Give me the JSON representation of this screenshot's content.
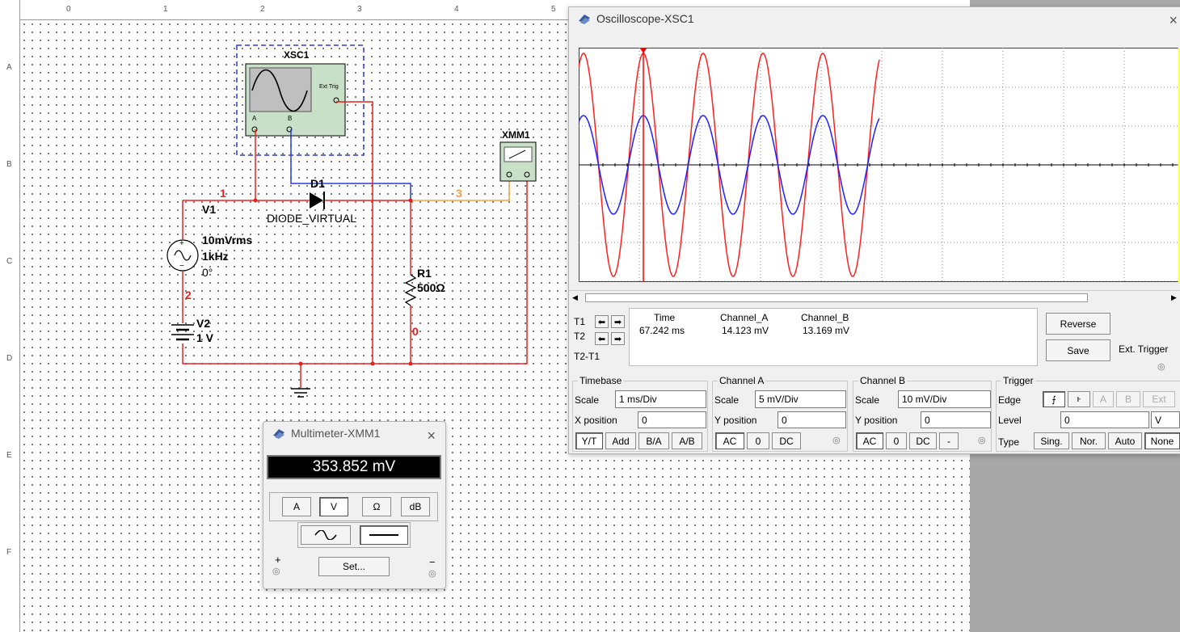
{
  "ruler": {
    "top_ticks": [
      "0",
      "1",
      "2",
      "3",
      "4",
      "5"
    ],
    "left_ticks": [
      "A",
      "B",
      "C",
      "D",
      "E",
      "F"
    ]
  },
  "schematic": {
    "scope_label": "XSC1",
    "scope_ext_trig": "Ext Trig",
    "scope_pin_a": "A",
    "scope_pin_b": "B",
    "meter_label": "XMM1",
    "diode_ref": "D1",
    "diode_value": "DIODE_VIRTUAL",
    "source1_ref": "V1",
    "source1_amplitude": "10mVrms",
    "source1_freq": "1kHz",
    "source1_phase": "0°",
    "source2_ref": "V2",
    "source2_value": "1 V",
    "resistor_ref": "R1",
    "resistor_value": "500Ω",
    "net1": "1",
    "net2": "2",
    "net3": "3",
    "net0": "0",
    "colors": {
      "wire": "#e8211f",
      "wire_b": "#2a3bd1",
      "wire_3": "#f0a040"
    }
  },
  "oscilloscope": {
    "title": "Oscilloscope-XSC1",
    "close_icon": "close-icon",
    "screen": {
      "bg": "#ffffff",
      "channel_a_color": "#ff2020",
      "channel_b_color": "#2020ff",
      "cursor_color": "#ff0000",
      "cursor2_color": "#ffff80"
    },
    "cursor_rows": {
      "t1": "T1",
      "t2": "T2",
      "t2t1": "T2-T1"
    },
    "readout": {
      "headers": [
        "Time",
        "Channel_A",
        "Channel_B"
      ],
      "t1_values": [
        "67.242 ms",
        "14.123 mV",
        "13.169 mV"
      ]
    },
    "reverse_label": "Reverse",
    "save_label": "Save",
    "ext_trigger_label": "Ext. Trigger",
    "timebase": {
      "title": "Timebase",
      "scale_label": "Scale",
      "scale_value": "1 ms/Div",
      "xpos_label": "X position",
      "xpos_value": "0",
      "buttons": [
        "Y/T",
        "Add",
        "B/A",
        "A/B"
      ]
    },
    "channel_a": {
      "title": "Channel A",
      "scale_label": "Scale",
      "scale_value": "5 mV/Div",
      "ypos_label": "Y position",
      "ypos_value": "0",
      "buttons": [
        "AC",
        "0",
        "DC"
      ]
    },
    "channel_b": {
      "title": "Channel B",
      "scale_label": "Scale",
      "scale_value": "10 mV/Div",
      "ypos_label": "Y position",
      "ypos_value": "0",
      "buttons": [
        "AC",
        "0",
        "DC",
        "-"
      ]
    },
    "trigger": {
      "title": "Trigger",
      "edge_label": "Edge",
      "edge_buttons": [
        "A",
        "B",
        "Ext"
      ],
      "level_label": "Level",
      "level_value": "0",
      "level_unit": "V",
      "type_label": "Type",
      "type_buttons": [
        "Sing.",
        "Nor.",
        "Auto",
        "None"
      ]
    }
  },
  "multimeter": {
    "title": "Multimeter-XMM1",
    "display_value": "353.852 mV",
    "mode_buttons": [
      "A",
      "V",
      "Ω",
      "dB"
    ],
    "selected_mode": "V",
    "set_label": "Set...",
    "plus_label": "+",
    "minus_label": "−"
  }
}
